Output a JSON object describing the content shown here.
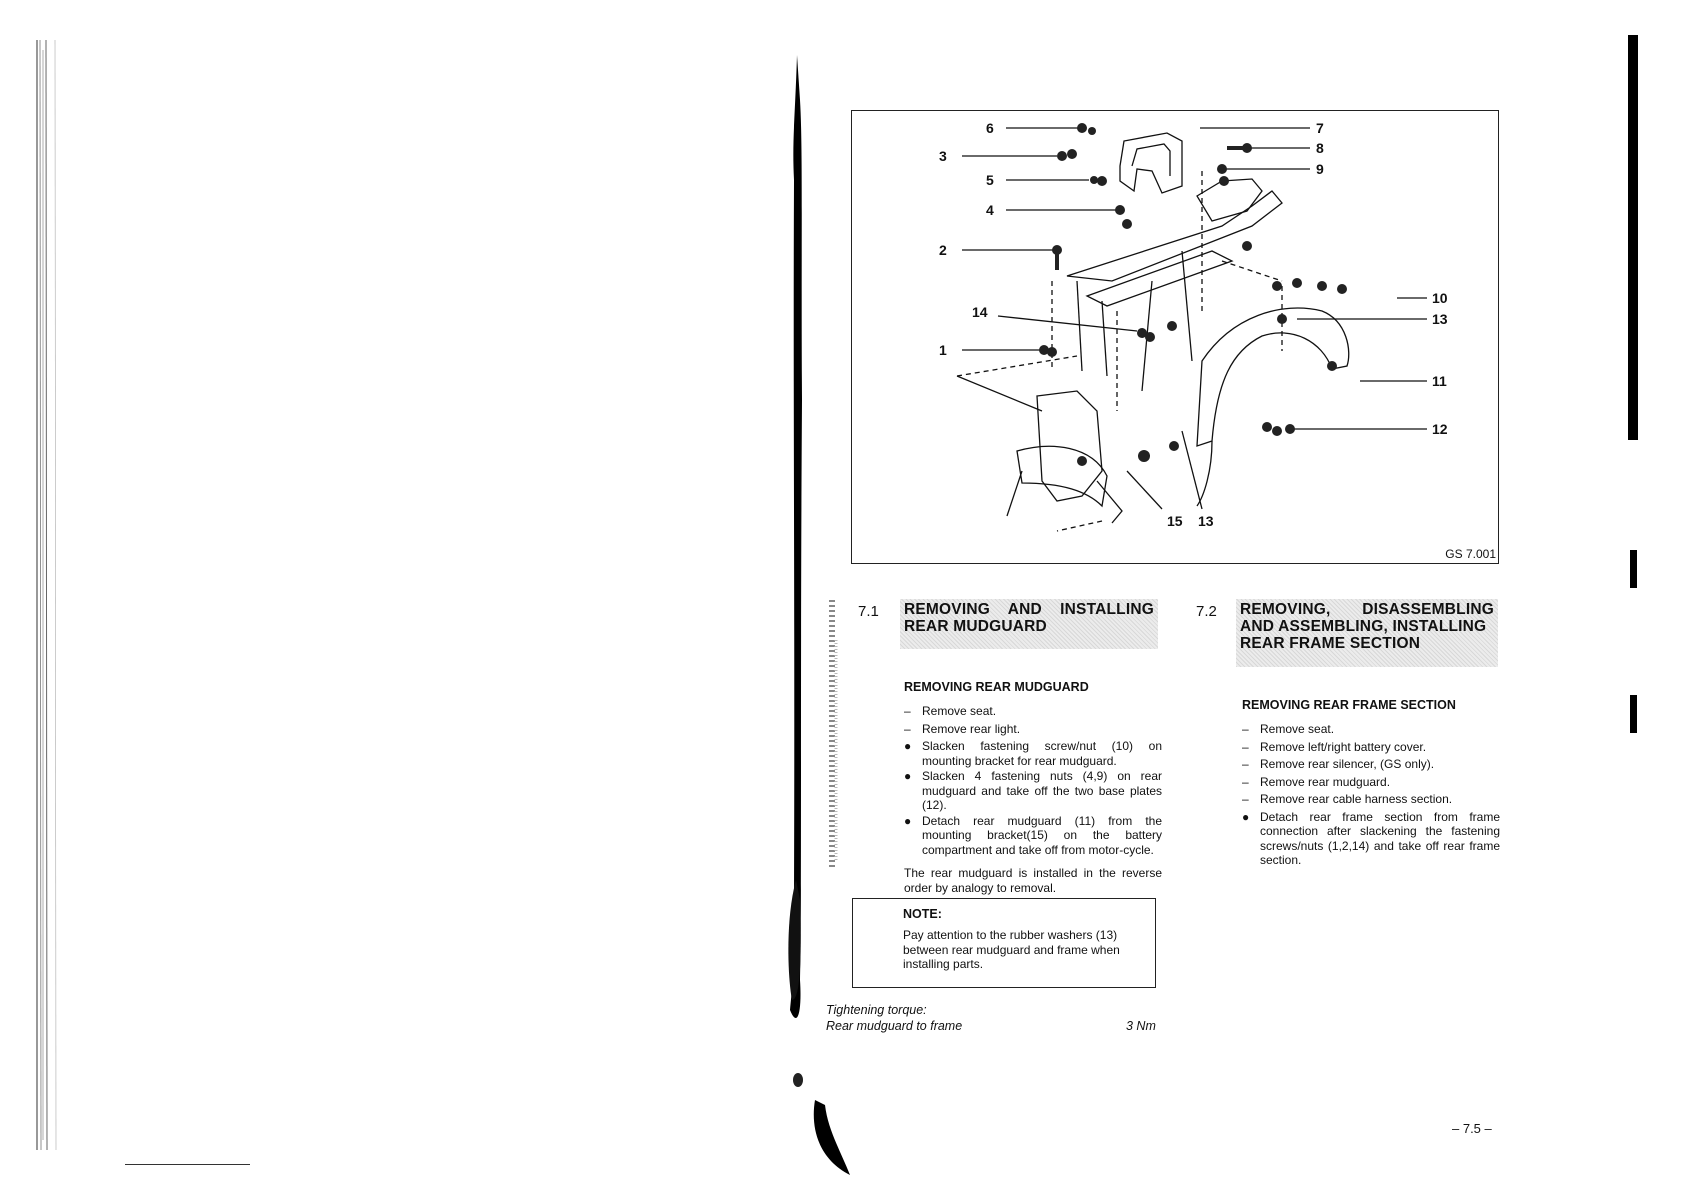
{
  "figure": {
    "code": "GS 7.001",
    "callouts": [
      "6",
      "3",
      "5",
      "4",
      "2",
      "14",
      "1",
      "7",
      "8",
      "9",
      "10",
      "13",
      "11",
      "12",
      "15",
      "13"
    ]
  },
  "section_71": {
    "number": "7.1",
    "title_line1": "REMOVING AND INSTALLING",
    "title_line2": "REAR MUDGUARD",
    "subhead": "REMOVING REAR MUDGUARD",
    "steps": [
      {
        "marker": "–",
        "text": "Remove seat."
      },
      {
        "marker": "–",
        "text": "Remove rear light."
      },
      {
        "marker": "●",
        "text": "Slacken fastening screw/nut (10) on mounting bracket for rear mudguard."
      },
      {
        "marker": "●",
        "text": "Slacken 4 fastening nuts (4,9) on rear mudguard and take off the two base plates (12)."
      },
      {
        "marker": "●",
        "text": "Detach rear mudguard (11) from the mounting bracket(15) on the battery compartment and take off from motor-cycle."
      }
    ],
    "install_text": "The rear mudguard is installed in the reverse order by analogy to removal.",
    "note_heading": "NOTE:",
    "note_text": "Pay attention to the rubber washers (13) between rear mudguard and frame when installing parts.",
    "torque_heading": "Tightening torque:",
    "torque_item": "Rear mudguard to frame",
    "torque_value": "3 Nm"
  },
  "section_72": {
    "number": "7.2",
    "title_line1": "REMOVING, DISASSEMBLING",
    "title_line2": "AND ASSEMBLING, INSTALLING",
    "title_line3": "REAR FRAME SECTION",
    "subhead": "REMOVING REAR FRAME SECTION",
    "steps": [
      {
        "marker": "–",
        "text": "Remove seat."
      },
      {
        "marker": "–",
        "text": "Remove left/right battery cover."
      },
      {
        "marker": "–",
        "text": "Remove rear silencer, (GS only)."
      },
      {
        "marker": "–",
        "text": "Remove rear mudguard."
      },
      {
        "marker": "–",
        "text": "Remove rear cable harness section."
      },
      {
        "marker": "●",
        "text": "Detach rear frame section from frame connection after slackening the fastening screws/nuts (1,2,14) and take off rear frame section."
      }
    ]
  },
  "page_number": "– 7.5 –"
}
